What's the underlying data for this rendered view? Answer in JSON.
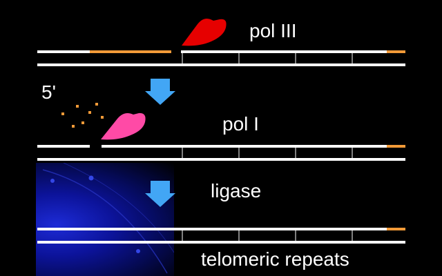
{
  "labels": {
    "pol3": "pol III",
    "five_prime": "5'",
    "pol1": "pol I",
    "ligase": "ligase",
    "telomeric": "telomeric repeats"
  },
  "colors": {
    "background": "#000000",
    "strand": "#ffffff",
    "primer": "#f29a38",
    "pol3": "#e60000",
    "pol1": "#ff4aa6",
    "arrow": "#42a6f5",
    "glow": "#0c139a"
  },
  "icons": {
    "pol3": "enzyme-blob-icon",
    "pol1": "enzyme-blob-icon",
    "step_arrow": "down-arrow-icon"
  }
}
